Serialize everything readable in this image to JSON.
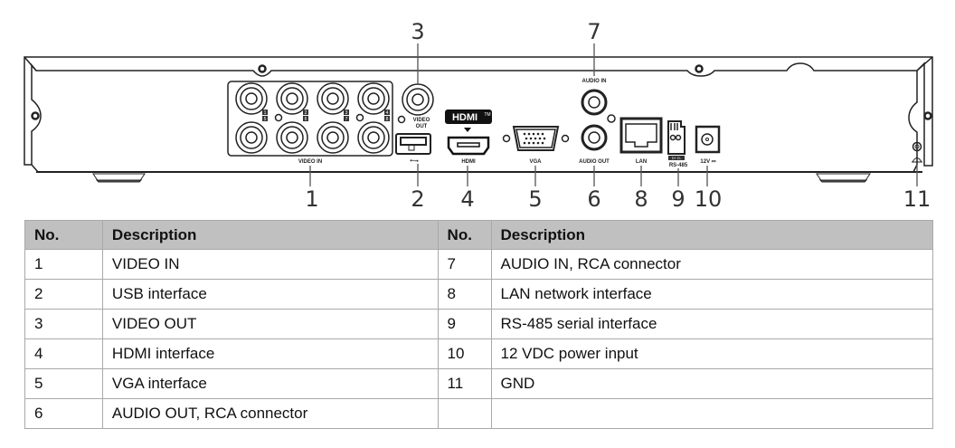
{
  "diagram": {
    "title": "DVR rear panel",
    "callouts": [
      "1",
      "2",
      "3",
      "4",
      "5",
      "6",
      "7",
      "8",
      "9",
      "10",
      "11"
    ],
    "panel_labels": {
      "video_in": "VIDEO IN",
      "video_out_line1": "VIDEO",
      "video_out_line2": "OUT",
      "hdmi_logo": "HDMI",
      "hdmi_tm": "TM",
      "hdmi": "HDMI",
      "vga": "VGA",
      "audio_in": "AUDIO IN",
      "audio_out": "AUDIO OUT",
      "lan": "LAN",
      "rs485": "RS-485",
      "rs485_pins": "D+ D-",
      "power": "12V ⎓",
      "usb_symbol": "⭠⭢",
      "ground_symbol": "⏚"
    },
    "channel_numbers": [
      "1",
      "5",
      "2",
      "6",
      "3",
      "7",
      "4",
      "8"
    ]
  },
  "table": {
    "headers": [
      "No.",
      "Description",
      "No.",
      "Description"
    ],
    "rows": [
      {
        "no_left": "1",
        "desc_left": "VIDEO IN",
        "no_right": "7",
        "desc_right": "AUDIO IN, RCA connector"
      },
      {
        "no_left": "2",
        "desc_left": "USB interface",
        "no_right": "8",
        "desc_right": "LAN network interface"
      },
      {
        "no_left": "3",
        "desc_left": "VIDEO OUT",
        "no_right": "9",
        "desc_right": "RS-485 serial interface"
      },
      {
        "no_left": "4",
        "desc_left": "HDMI interface",
        "no_right": "10",
        "desc_right": "12 VDC power input"
      },
      {
        "no_left": "5",
        "desc_left": "VGA interface",
        "no_right": "11",
        "desc_right": "GND"
      },
      {
        "no_left": "6",
        "desc_left": "AUDIO OUT, RCA connector",
        "no_right": "",
        "desc_right": ""
      }
    ]
  }
}
